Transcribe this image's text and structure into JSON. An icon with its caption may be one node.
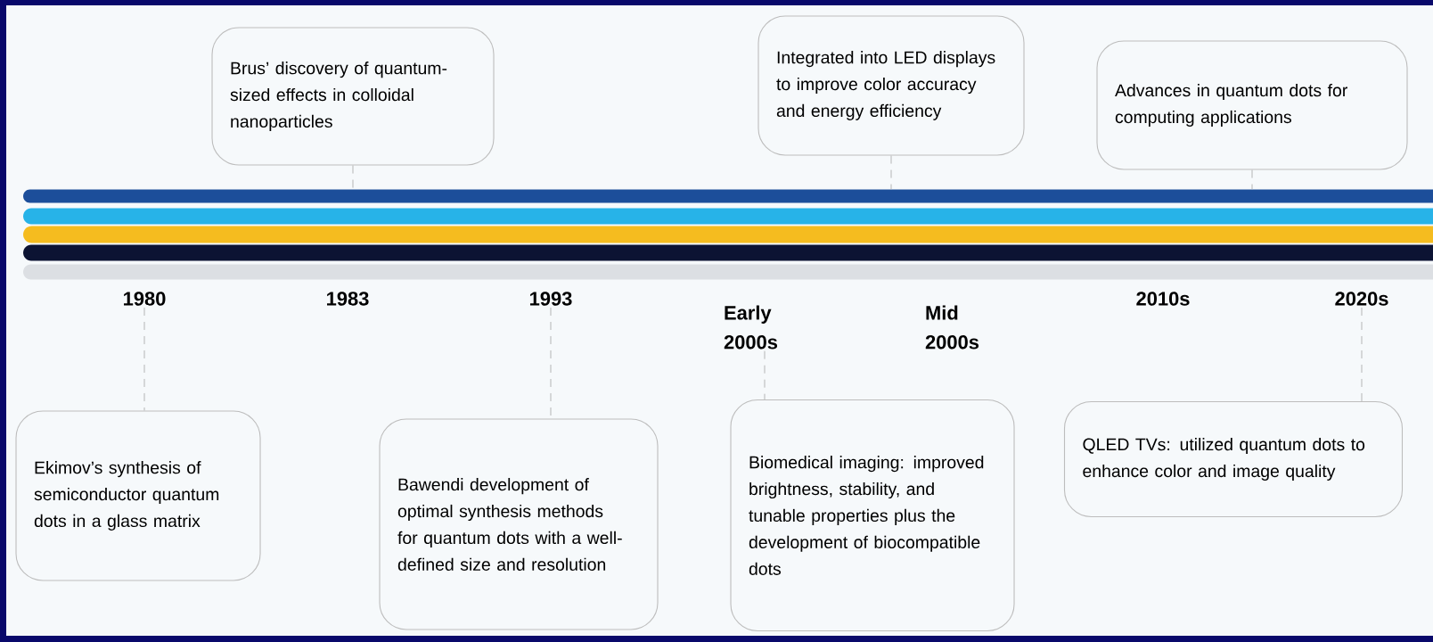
{
  "diagram": {
    "nodes": [
      {
        "text": [
          "Brus’ discovery of quantum-sized effects in colloidal nanoparticles"
        ]
      },
      {
        "text": [
          "Integrated into LED displays to improve color accuracy and energy efficiency"
        ]
      },
      {
        "text": [
          "Advances in quantum dots for computing applications"
        ]
      },
      {
        "text": [],
        "shape": "bar"
      },
      {
        "text": [
          "1980"
        ]
      },
      {
        "text": [
          "1983"
        ]
      },
      {
        "text": [
          "1993"
        ]
      },
      {
        "text": [
          "Early 2000s"
        ]
      },
      {
        "text": [
          "Mid 2000s"
        ]
      },
      {
        "text": [
          "2010s"
        ]
      },
      {
        "text": [
          "2020s"
        ]
      },
      {
        "text": [
          "Ekimov’s synthesis of semiconductor quantum dots in a glass matrix"
        ]
      },
      {
        "text": [
          "Bawendi development of optimal synthesis methods for quantum dots with a well-defined size and resolution"
        ]
      },
      {
        "text": [
          "Biomedical imaging: improved brightness, stability, and tunable properties plus the development of biocompatible dots"
        ]
      },
      {
        "text": [
          "QLED TVs: utilized quantum dots to enhance color and image quality"
        ]
      }
    ],
    "edges": [
      {
        "from": 0,
        "to": 3,
        "arrow": "none",
        "style": "dashed"
      },
      {
        "from": 1,
        "to": 3,
        "arrow": "none",
        "style": "dashed"
      },
      {
        "from": 2,
        "to": 3,
        "arrow": "none",
        "style": "dashed"
      },
      {
        "from": 4,
        "to": 11,
        "arrow": "none",
        "style": "dashed"
      },
      {
        "from": 6,
        "to": 12,
        "arrow": "none",
        "style": "dashed"
      },
      {
        "from": 7,
        "to": 13,
        "arrow": "none",
        "style": "dashed"
      },
      {
        "from": 10,
        "to": 14,
        "arrow": "none",
        "style": "dashed"
      }
    ]
  }
}
